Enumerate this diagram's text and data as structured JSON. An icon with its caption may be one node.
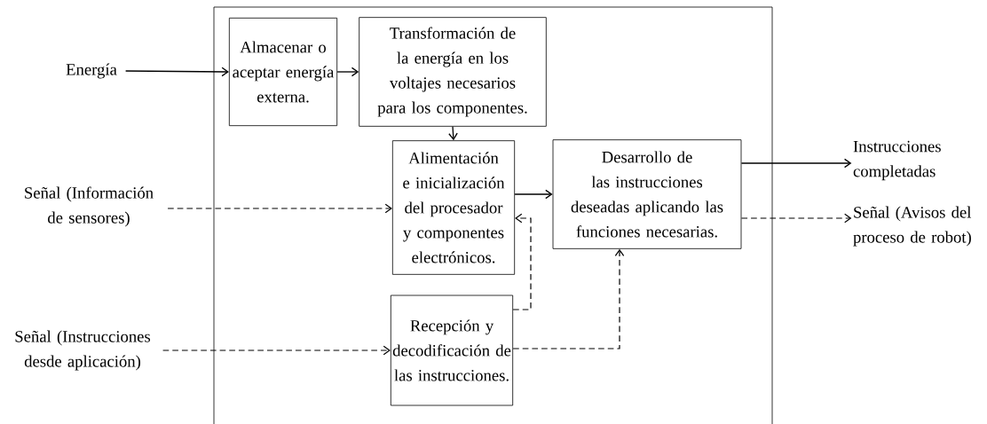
{
  "diagram": {
    "nodes": [
      {
        "text": [
          "Energía"
        ]
      },
      {
        "text": [
          "Almacenar o aceptar energía externa."
        ]
      },
      {
        "text": [
          "Transformación de la energía en los voltajes necesarios para los componentes."
        ]
      },
      {
        "text": [
          "Alimentación e inicialización del procesador y componentes electrónicos."
        ]
      },
      {
        "text": [
          "Desarrollo de las instrucciones deseadas aplicando las funciones necesarias."
        ]
      },
      {
        "text": [
          "Recepción y decodificación de las instrucciones."
        ]
      },
      {
        "text": [
          "Señal (Información de sensores)"
        ]
      },
      {
        "text": [
          "Señal (Instrucciones desde aplicación)"
        ]
      },
      {
        "text": [
          "Instrucciones completadas"
        ]
      },
      {
        "text": [
          "Señal (Avisos del proceso de robot)"
        ]
      }
    ],
    "edges": [
      {
        "from": 0,
        "to": 1,
        "arrow": "to"
      },
      {
        "from": 1,
        "to": 2,
        "arrow": "to"
      },
      {
        "from": 2,
        "to": 3,
        "arrow": "to"
      },
      {
        "from": 6,
        "to": 3,
        "arrow": "to",
        "style": "dashed"
      },
      {
        "from": 3,
        "to": 4,
        "arrow": "to"
      },
      {
        "from": 4,
        "to": 8,
        "arrow": "to"
      },
      {
        "from": 4,
        "to": 9,
        "arrow": "to",
        "style": "dashed"
      },
      {
        "from": 7,
        "to": 5,
        "arrow": "to",
        "style": "dashed"
      },
      {
        "from": 5,
        "to": 3,
        "arrow": "to",
        "style": "dashed"
      },
      {
        "from": 5,
        "to": 4,
        "arrow": "to",
        "style": "dashed"
      }
    ]
  }
}
